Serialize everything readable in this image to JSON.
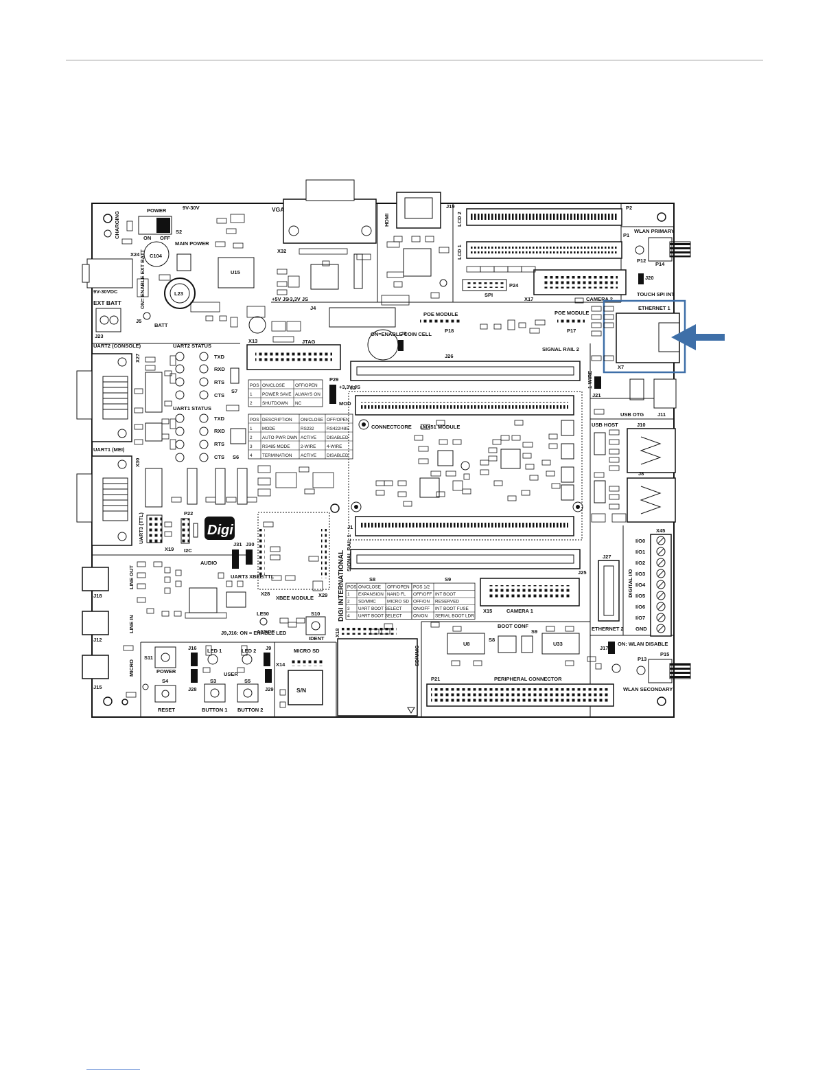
{
  "page": {
    "number": ""
  },
  "colors": {
    "highlight": "#3e6fa8",
    "ink": "#111111",
    "board": "#ffffff"
  },
  "labels": {
    "power": "POWER",
    "v9_30": "9V-30V",
    "s2": "S2",
    "on": "ON",
    "off": "OFF",
    "main_power": "MAIN POWER",
    "charging": "CHARGING",
    "x24": "X24",
    "enable_ext_batt": "ON= ENABLE EXT BATT",
    "vdc": "9V-30VDC",
    "ext_batt": "EXT BATT",
    "j23": "J23",
    "j5": "J5",
    "batt": "BATT",
    "c104": "C104",
    "l23": "L23",
    "u15": "U15",
    "vga": "VGA",
    "x32": "X32",
    "hdmi": "HDMI",
    "j19": "J19",
    "lcd2": "LCD 2",
    "lcd1": "LCD 1",
    "p2": "P2",
    "p1": "P1",
    "wlan_primary": "WLAN PRIMARY",
    "p12": "P12",
    "p14": "P14",
    "j20": "J20",
    "touch": "TOUCH SPI INT",
    "spi": "SPI",
    "p24": "P24",
    "x17": "X17",
    "camera2": "CAMERA 2",
    "jtag": "JTAG",
    "x13": "X13",
    "v5js": "+5V JS",
    "v33js": "+3,3V JS",
    "j4": "J4",
    "poe1": "POE MODULE",
    "p18": "P18",
    "poe2": "POE MODULE",
    "p17": "P17",
    "ethernet1": "ETHERNET 1",
    "x7": "X7",
    "coin": "ON=ENABLE COIN CELL",
    "j3": "J3",
    "j26": "J26",
    "signal_rail2": "SIGNAL RAIL 2",
    "onewire": "1-WIRE",
    "j21": "J21",
    "usb_otg": "USB OTG",
    "j11": "J11",
    "usb_host": "USB HOST",
    "j10": "J10",
    "j8": "J8",
    "uart2": "UART2 (CONSOLE)",
    "x27": "X27",
    "uart2_status": "UART2 STATUS",
    "txd": "TXD",
    "rxd": "RXD",
    "rts": "RTS",
    "cts": "CTS",
    "s7": "S7",
    "uart1_status": "UART1 STATUS",
    "s6": "S6",
    "uart1": "UART1 (MEI)",
    "x30": "X30",
    "p29": "P29",
    "js33": "+3,3V JS",
    "mod": "MOD",
    "j2": "J2",
    "connectcore": "CONNECTCORE",
    "imx51": "i.MX51 MODULE",
    "uart3": "UART3 (TTL)",
    "x19": "X19",
    "p22": "P22",
    "i2c": "I2C",
    "digi": "Digi",
    "digi_intl": "DIGI INTERNATIONAL",
    "signal_rail1": "SIGNAL RAIL 1",
    "j1": "J1",
    "j25": "J25",
    "x45": "X45",
    "io0": "I/O0",
    "io1": "I/O1",
    "io2": "I/O2",
    "io3": "I/O3",
    "io4": "I/O4",
    "io5": "I/O5",
    "io6": "I/O6",
    "io7": "I/O7",
    "gnd": "GND",
    "digital_io": "DIGITAL I/O",
    "j27": "J27",
    "ethernet2": "ETHERNET 2",
    "audio": "AUDIO",
    "line_out": "LINE OUT",
    "j18": "J18",
    "line_in": "LINE IN",
    "j12": "J12",
    "micro": "MICRO",
    "j15": "J15",
    "j31": "J31",
    "j30": "J30",
    "uart3_xbee": "UART3 XBEE/TTL",
    "x28": "X28",
    "xbee": "XBEE MODULE",
    "x29": "X29",
    "le50": "LE50",
    "s10": "S10",
    "assoc": "ASSOC",
    "ident": "IDENT",
    "enable_led": "J9,J16: ON = ENABLE LED",
    "s8": "S8",
    "s9": "S9",
    "x15": "X15",
    "camera1": "CAMERA 1",
    "boot_conf": "BOOT CONF",
    "s11": "S11",
    "power_btn": "POWER",
    "j16": "J16",
    "led1": "LED 1",
    "led2": "LED 2",
    "j9": "J9",
    "micro_sd": "MICRO SD",
    "x14": "X14",
    "sdmmc": "SD/MMC",
    "x18": "X18",
    "s4": "S4",
    "reset": "RESET",
    "j28": "J28",
    "s3": "S3",
    "user": "USER",
    "s5": "S5",
    "j29": "J29",
    "button1": "BUTTON 1",
    "button2": "BUTTON 2",
    "sn": "S/N",
    "p21": "P21",
    "peripheral": "PERIPHERAL CONNECTOR",
    "j17": "J17",
    "wlan_disable": "ON: WLAN DISABLE",
    "p13": "P13",
    "p15": "P15",
    "wlan_secondary": "WLAN SECONDARY",
    "u8": "U8",
    "u33": "U33"
  },
  "table_s7": {
    "headers": [
      "POS",
      "ON/CLOSE",
      "OFF/OPEN"
    ],
    "rows": [
      [
        "1",
        "POWER SAVE",
        "ALWAYS ON"
      ],
      [
        "2",
        "SHUTDOWN",
        "NC"
      ]
    ]
  },
  "table_s6": {
    "headers": [
      "POS",
      "DESCRIPTION",
      "ON/CLOSE",
      "OFF/OPEN"
    ],
    "rows": [
      [
        "1",
        "MODE",
        "RS232",
        "RS422/485"
      ],
      [
        "2",
        "AUTO PWR DWN",
        "ACTIVE",
        "DISABLED"
      ],
      [
        "3",
        "RS485 MODE",
        "2-WIRE",
        "4-WIRE"
      ],
      [
        "4",
        "TERMINATION",
        "ACTIVE",
        "DISABLED"
      ]
    ]
  },
  "table_s8": {
    "headers": [
      "POS",
      "ON/CLOSE",
      "OFF/OPEN"
    ],
    "rows": [
      [
        "1",
        "EXPANSION",
        "NAND FL"
      ],
      [
        "2",
        "SD/MMC",
        "MICRO SD"
      ],
      [
        "3",
        "UART BOOT SELECT",
        ""
      ],
      [
        "4",
        "UART BOOT SELECT",
        ""
      ]
    ]
  },
  "table_s9": {
    "headers": [
      "POS 1/2",
      ""
    ],
    "rows": [
      [
        "OFF/OFF",
        "INT BOOT"
      ],
      [
        "OFF/ON",
        "RESERVED"
      ],
      [
        "ON/OFF",
        "INT BOOT FUSE"
      ],
      [
        "ON/ON",
        "SERIAL BOOT LDR"
      ]
    ]
  }
}
